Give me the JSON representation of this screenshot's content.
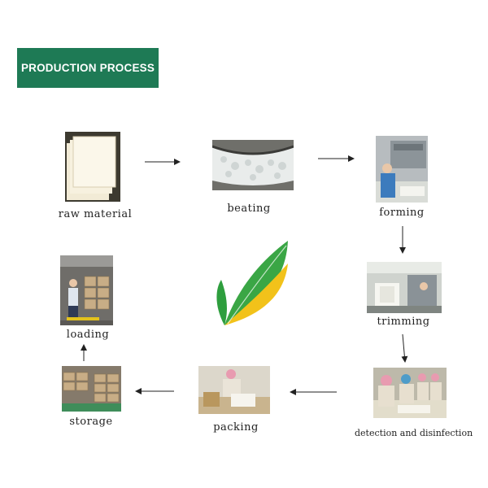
{
  "header": {
    "title": "PRODUCTION PROCESS"
  },
  "steps": [
    {
      "label": "raw material"
    },
    {
      "label": "beating"
    },
    {
      "label": "forming"
    },
    {
      "label": "trimming"
    },
    {
      "label": "detection and disinfection"
    },
    {
      "label": "packing"
    },
    {
      "label": "storage"
    },
    {
      "label": "loading"
    }
  ],
  "colors": {
    "banner": "#1e7a55",
    "arrow": "#222222",
    "leaf_green": "#2e9e3e",
    "leaf_yellow": "#f2c21a"
  }
}
